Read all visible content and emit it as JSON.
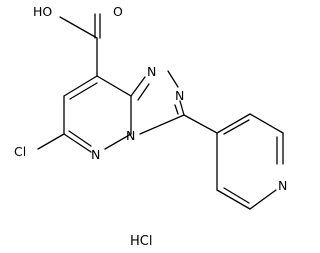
{
  "molecule": {
    "atoms": {
      "carboxyl_oh": "HO",
      "carbonyl_o": "O",
      "chlorine": "Cl",
      "n_triazole_upper": "N",
      "n_triazole_middle": "N",
      "n_bridge": "N",
      "n_pyridazine": "N",
      "n_pyridine": "N"
    },
    "salt": "HCl"
  }
}
